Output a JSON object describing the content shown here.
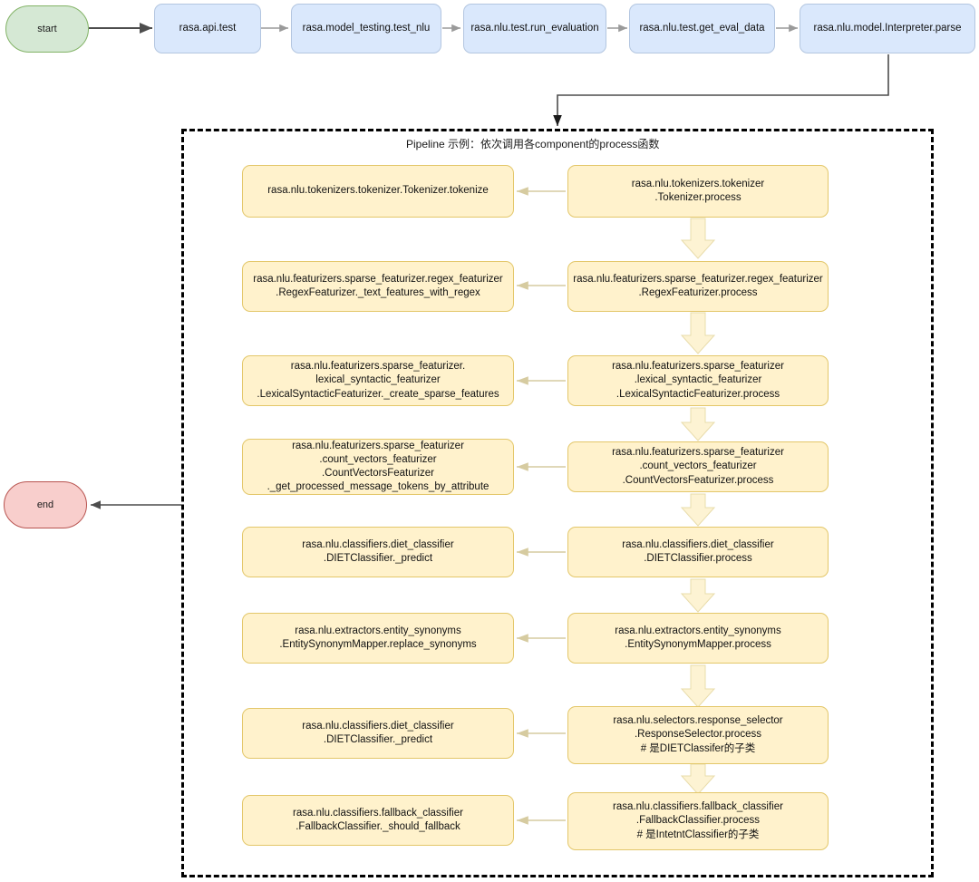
{
  "diagram": {
    "title": "rasa NLU evaluation call flow",
    "colors": {
      "start_fill": "#d5e8d4",
      "start_stroke": "#82b366",
      "end_fill": "#f8cecc",
      "end_stroke": "#b85450",
      "call_fill": "#dae8fc",
      "call_stroke": "#b3c6e0",
      "pipeline_fill": "#fff2cc",
      "pipeline_stroke": "#e3c76a",
      "group_stroke": "#000000",
      "arrow_dark": "#4d4d4d",
      "arrow_light": "#d6cba0"
    }
  },
  "terminators": {
    "start": "start",
    "end": "end"
  },
  "call_chain": [
    {
      "label": "rasa.api.test"
    },
    {
      "label": "rasa.model_testing.test_nlu"
    },
    {
      "label": "rasa.nlu.test.run_evaluation"
    },
    {
      "label": "rasa.nlu.test.get_eval_data"
    },
    {
      "label": "rasa.nlu.model.Interpreter.parse"
    }
  ],
  "pipeline_group": {
    "caption": "Pipeline 示例：依次调用各component的process函数"
  },
  "pipeline_rows": [
    {
      "process": "rasa.nlu.tokenizers.tokenizer\n.Tokenizer.process",
      "inner": "rasa.nlu.tokenizers.tokenizer.Tokenizer.tokenize"
    },
    {
      "process": "rasa.nlu.featurizers.sparse_featurizer.regex_featurizer\n.RegexFeaturizer.process",
      "inner": "rasa.nlu.featurizers.sparse_featurizer.regex_featurizer\n.RegexFeaturizer._text_features_with_regex"
    },
    {
      "process": "rasa.nlu.featurizers.sparse_featurizer\n.lexical_syntactic_featurizer\n.LexicalSyntacticFeaturizer.process",
      "inner": "rasa.nlu.featurizers.sparse_featurizer.\nlexical_syntactic_featurizer\n.LexicalSyntacticFeaturizer._create_sparse_features"
    },
    {
      "process": "rasa.nlu.featurizers.sparse_featurizer\n.count_vectors_featurizer\n.CountVectorsFeaturizer.process",
      "inner": "rasa.nlu.featurizers.sparse_featurizer\n.count_vectors_featurizer\n.CountVectorsFeaturizer\n._get_processed_message_tokens_by_attribute"
    },
    {
      "process": "rasa.nlu.classifiers.diet_classifier\n.DIETClassifier.process",
      "inner": "rasa.nlu.classifiers.diet_classifier\n.DIETClassifier._predict"
    },
    {
      "process": "rasa.nlu.extractors.entity_synonyms\n.EntitySynonymMapper.process",
      "inner": "rasa.nlu.extractors.entity_synonyms\n.EntitySynonymMapper.replace_synonyms"
    },
    {
      "process": "rasa.nlu.selectors.response_selector\n.ResponseSelector.process\n# 是DIETClassifer的子类",
      "inner": "rasa.nlu.classifiers.diet_classifier\n.DIETClassifier._predict"
    },
    {
      "process": "rasa.nlu.classifiers.fallback_classifier\n.FallbackClassifier.process\n# 是IntetntClassifier的子类",
      "inner": "rasa.nlu.classifiers.fallback_classifier\n.FallbackClassifier._should_fallback"
    }
  ]
}
